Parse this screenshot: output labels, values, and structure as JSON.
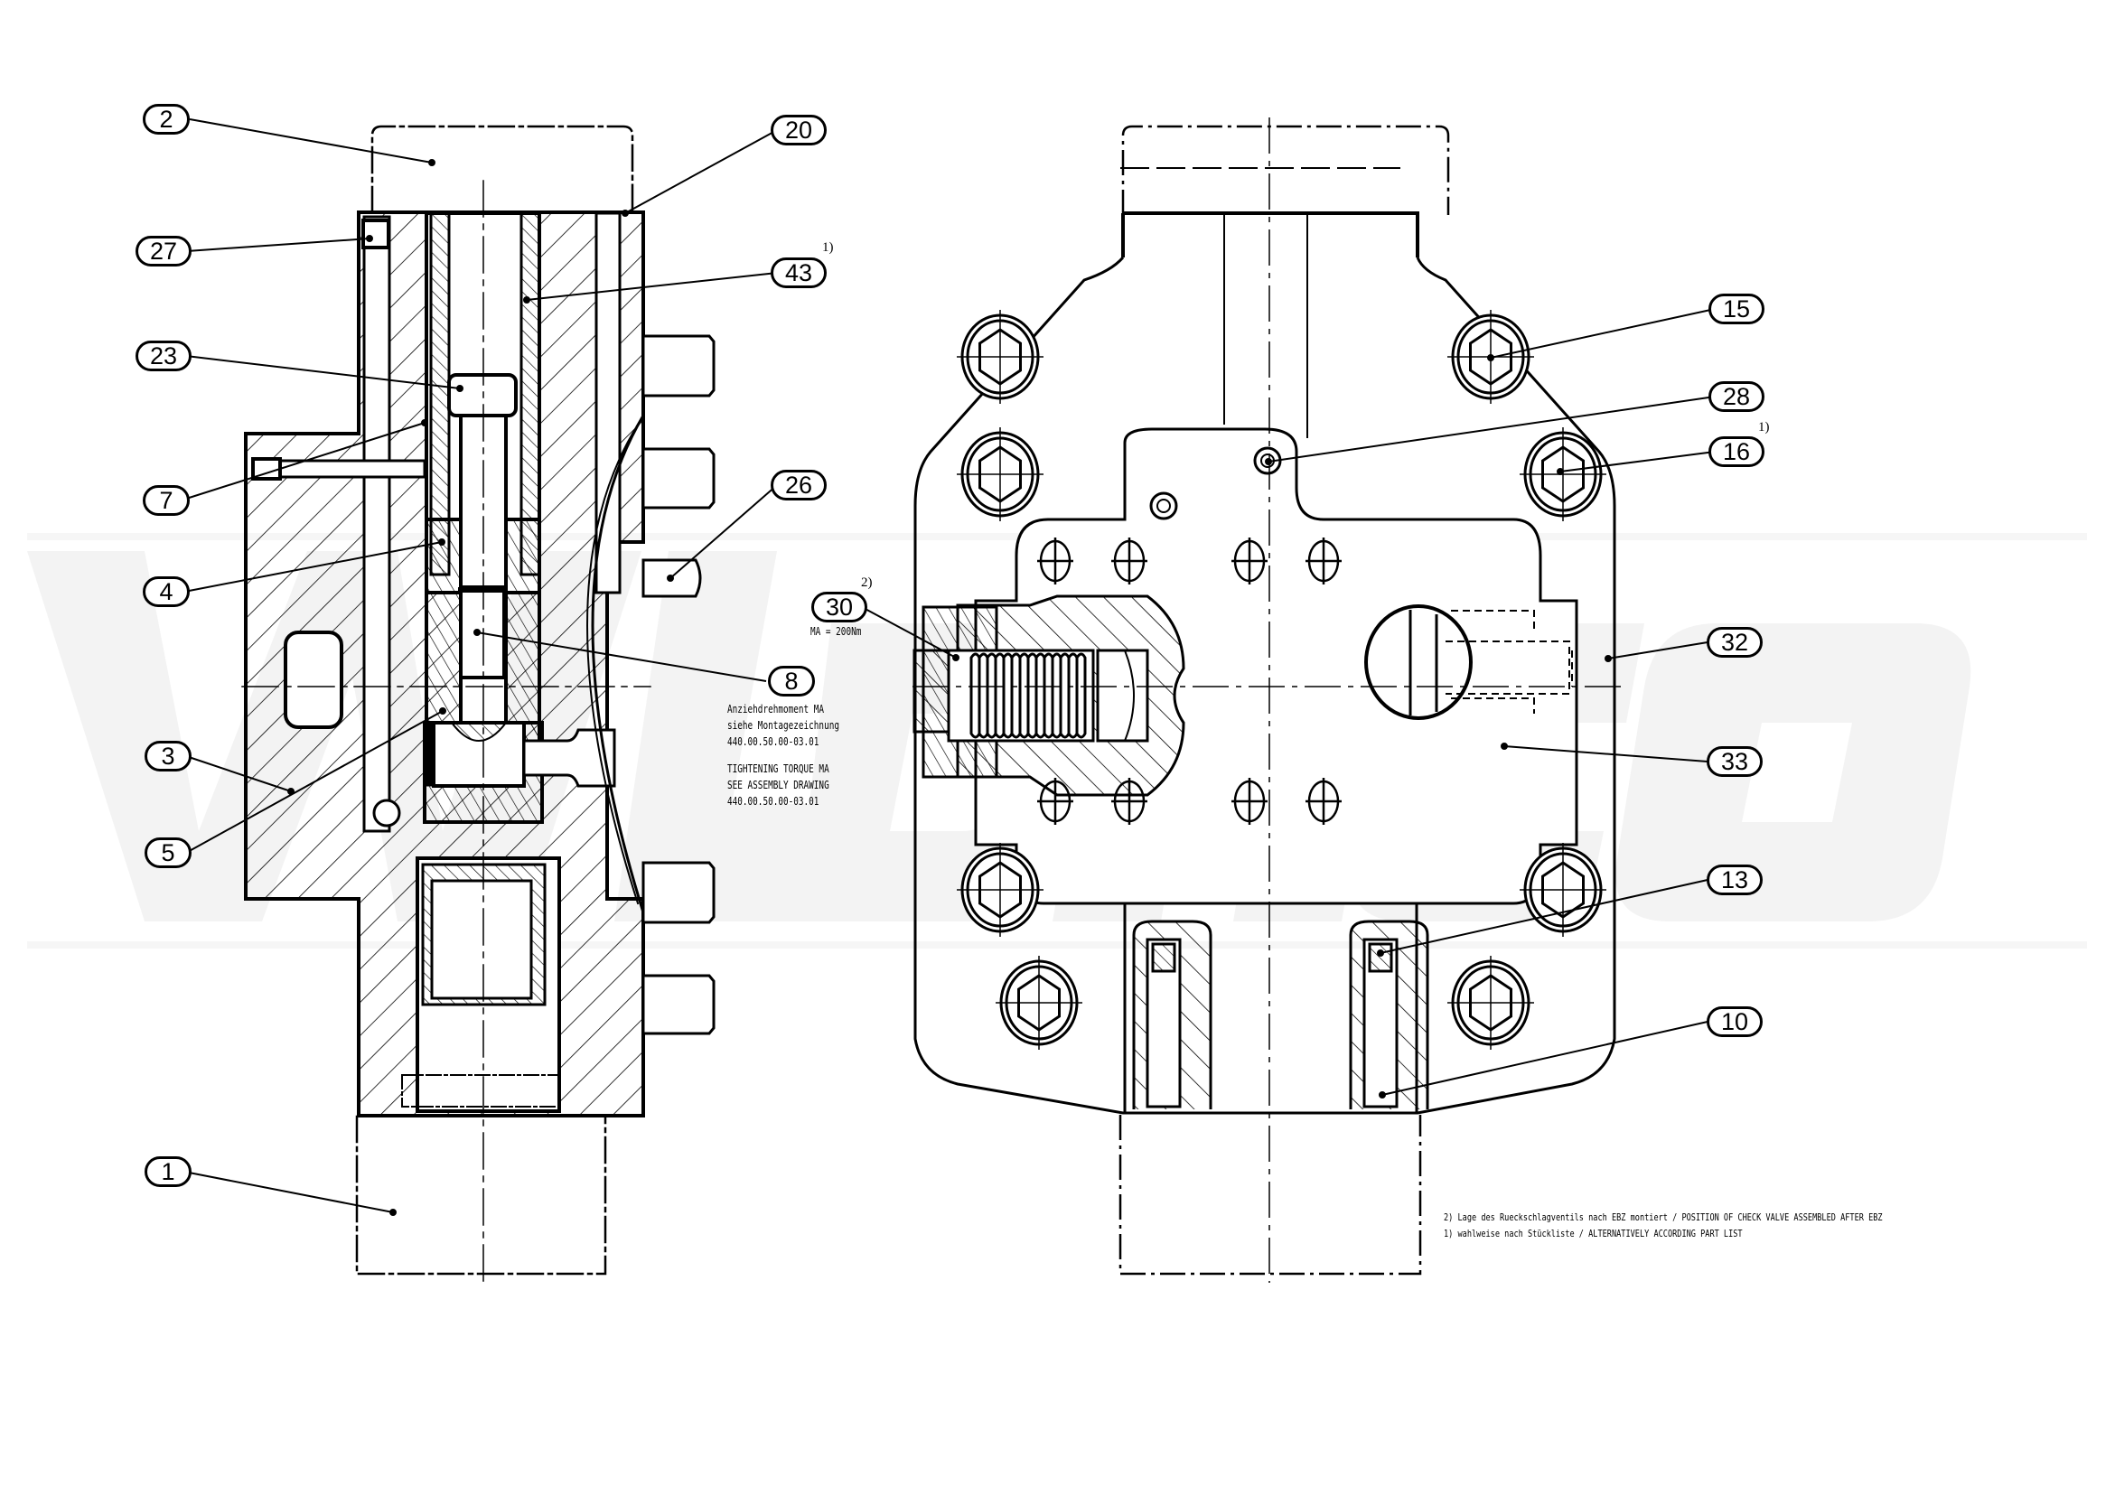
{
  "drawing": {
    "balloons_left": [
      {
        "id": "2",
        "label": "2"
      },
      {
        "id": "27",
        "label": "27"
      },
      {
        "id": "23",
        "label": "23"
      },
      {
        "id": "7",
        "label": "7"
      },
      {
        "id": "4",
        "label": "4"
      },
      {
        "id": "3",
        "label": "3"
      },
      {
        "id": "5",
        "label": "5"
      },
      {
        "id": "1",
        "label": "1"
      }
    ],
    "balloons_mid": [
      {
        "id": "20",
        "label": "20"
      },
      {
        "id": "43",
        "label": "43",
        "sup": "1)"
      },
      {
        "id": "26",
        "label": "26"
      },
      {
        "id": "8",
        "label": "8"
      },
      {
        "id": "30",
        "label": "30",
        "sup": "2)"
      }
    ],
    "balloons_right": [
      {
        "id": "15",
        "label": "15"
      },
      {
        "id": "28",
        "label": "28"
      },
      {
        "id": "16",
        "label": "16",
        "sup": "1)"
      },
      {
        "id": "32",
        "label": "32"
      },
      {
        "id": "33",
        "label": "33"
      },
      {
        "id": "13",
        "label": "13"
      },
      {
        "id": "10",
        "label": "10"
      }
    ],
    "torque_30": "MA = 200Nm",
    "torque_note_de": [
      "Anziehdrehmoment MA",
      "siehe Montagezeichnung",
      "440.00.50.00-03.01"
    ],
    "torque_note_en": [
      "TIGHTENING TORQUE MA",
      "SEE ASSEMBLY DRAWING",
      "440.00.50.00-03.01"
    ],
    "footnotes": [
      "2) Lage des Rueckschlagventils nach EBZ montiert / POSITION OF CHECK VALVE ASSEMBLED AFTER EBZ",
      "1) wahlweise nach Stückliste / ALTERNATIVELY ACCORDING PART LIST"
    ],
    "watermark_logo": "WABCO",
    "colors": {
      "line": "#000000",
      "background": "#ffffff",
      "watermark": "#f4f4f4"
    }
  }
}
